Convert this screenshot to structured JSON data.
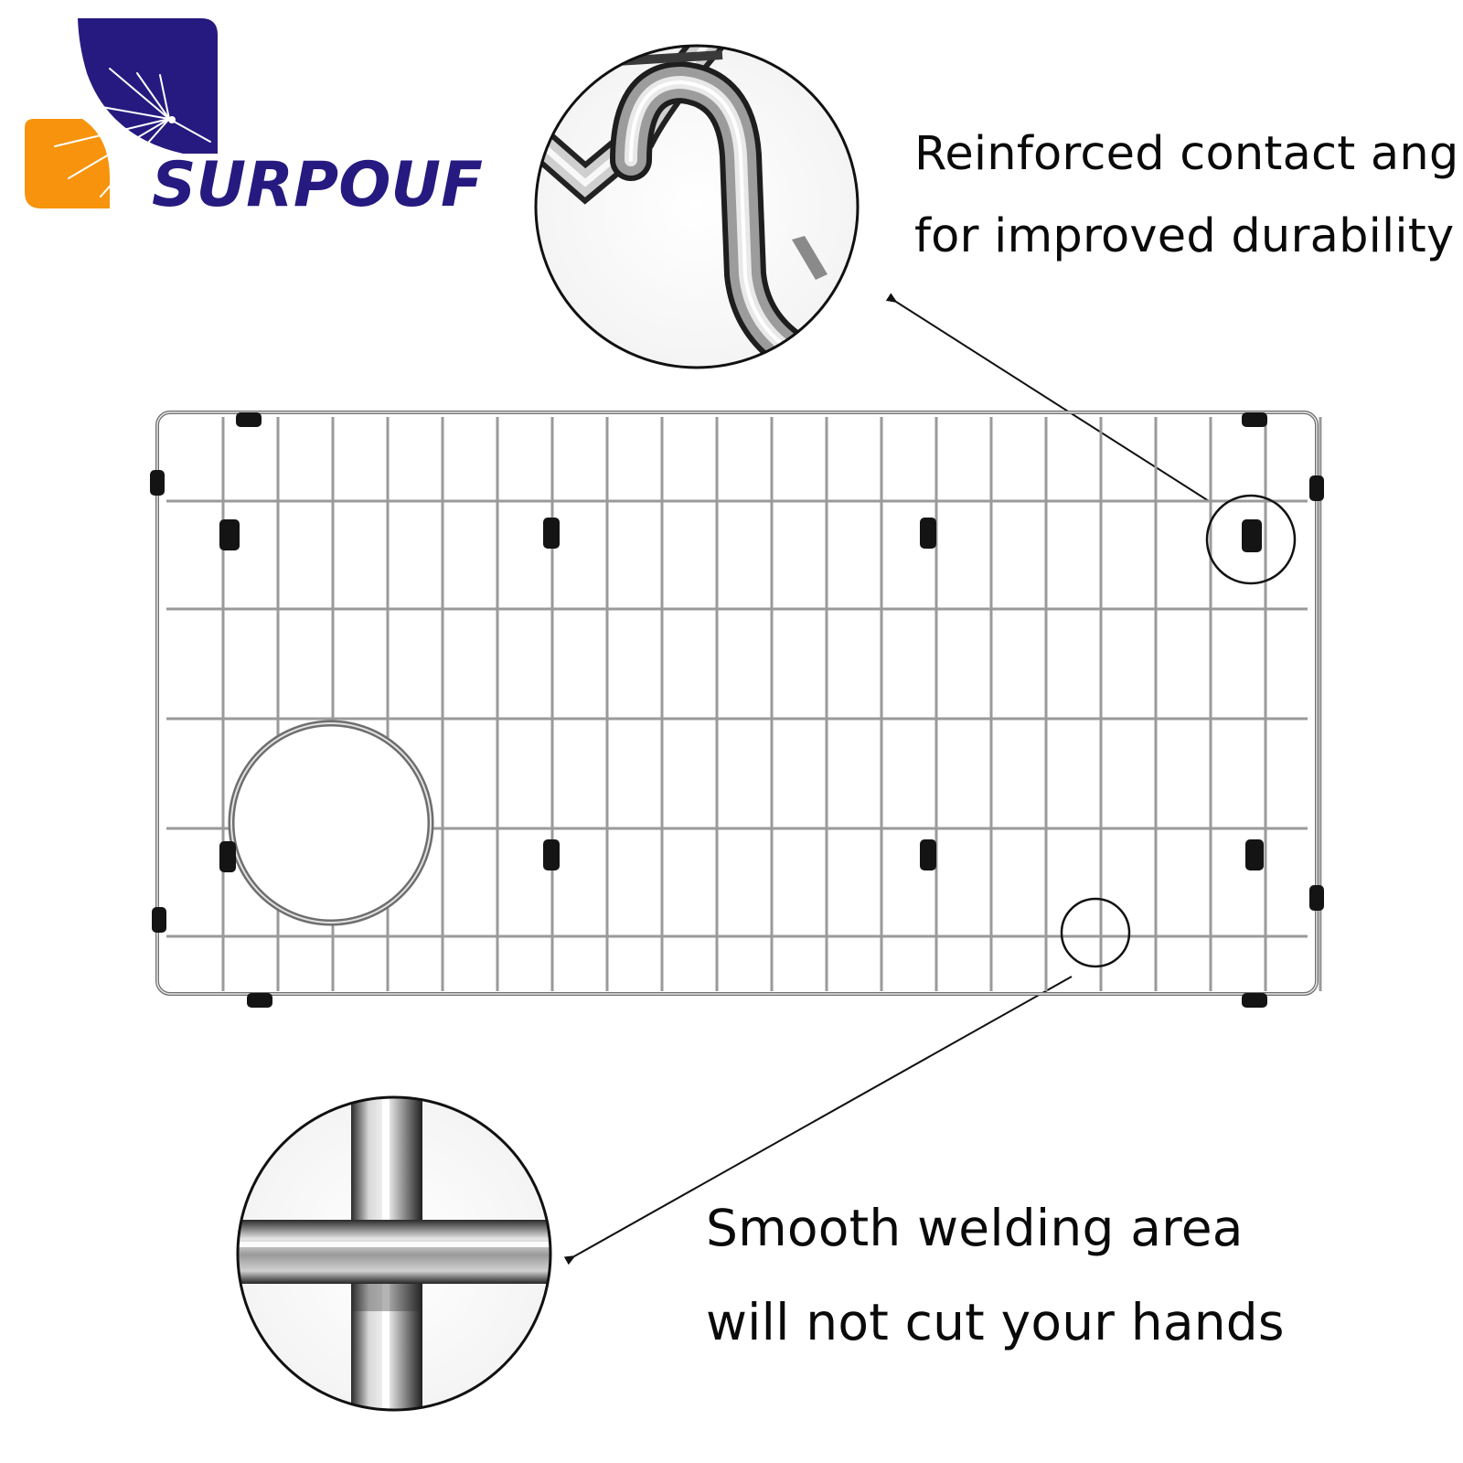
{
  "brand": {
    "name": "SURPOUF",
    "colors": {
      "navy": "#261a80",
      "orange": "#f7930d"
    }
  },
  "callouts": {
    "top": {
      "line1": "Reinforced contact angle",
      "line2": "for improved durability"
    },
    "bottom": {
      "line1": "Smooth welding area",
      "line2": "will not cut your hands"
    }
  },
  "icons": [
    "logo-mark",
    "zoom-circle-bend",
    "zoom-circle-weld",
    "arrow-icon"
  ]
}
